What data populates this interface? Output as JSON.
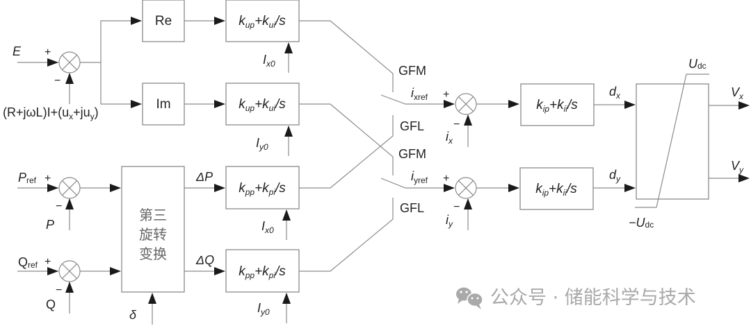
{
  "diagram": {
    "inputs": {
      "E": "E",
      "feedback_expr": "(R+jωL)I+(u",
      "feedback_ux_sub": "x",
      "feedback_mid": "+ju",
      "feedback_uy_sub": "y",
      "feedback_end": ")",
      "P_ref": "P",
      "P_ref_sub": "ref",
      "P": "P",
      "Q_ref": "Q",
      "Q_ref_sub": "ref",
      "Q": "Q",
      "delta": "δ"
    },
    "signs": {
      "plus": "+",
      "minus": "−"
    },
    "blocks": {
      "re": "Re",
      "im": "Im",
      "rotation_transform": [
        "第三",
        "旋转",
        "变换"
      ],
      "pi_voltage": {
        "k1": "k",
        "k1_sub": "up",
        "k2": "+k",
        "k2_sub": "ui",
        "tail": "/s"
      },
      "pi_power": {
        "k1": "k",
        "k1_sub": "pp",
        "k2": "+k",
        "k2_sub": "pi",
        "tail": "/s"
      },
      "pi_current": {
        "k1": "k",
        "k1_sub": "ip",
        "k2": "+k",
        "k2_sub": "ii",
        "tail": "/s"
      },
      "saturation": {
        "upper": "U",
        "upper_sub": "dc",
        "lower": "−U",
        "lower_sub": "dc"
      }
    },
    "signals": {
      "Ix0": "I",
      "Ix0_sub": "x0",
      "Iy0": "I",
      "Iy0_sub": "y0",
      "dP": "ΔP",
      "dQ": "ΔQ",
      "ixref": "i",
      "ixref_sub": "xref",
      "iyref": "i",
      "iyref_sub": "yref",
      "ix": "i",
      "ix_sub": "x",
      "iy": "i",
      "iy_sub": "y",
      "dx": "d",
      "dx_sub": "x",
      "dy": "d",
      "dy_sub": "y",
      "Vx": "V",
      "Vx_sub": "x",
      "Vy": "V",
      "Vy_sub": "y"
    },
    "switch_labels": {
      "gfm": "GFM",
      "gfl": "GFL"
    }
  },
  "watermark": {
    "icon": "wechat-icon",
    "text": "公众号 · 储能科学与技术"
  }
}
